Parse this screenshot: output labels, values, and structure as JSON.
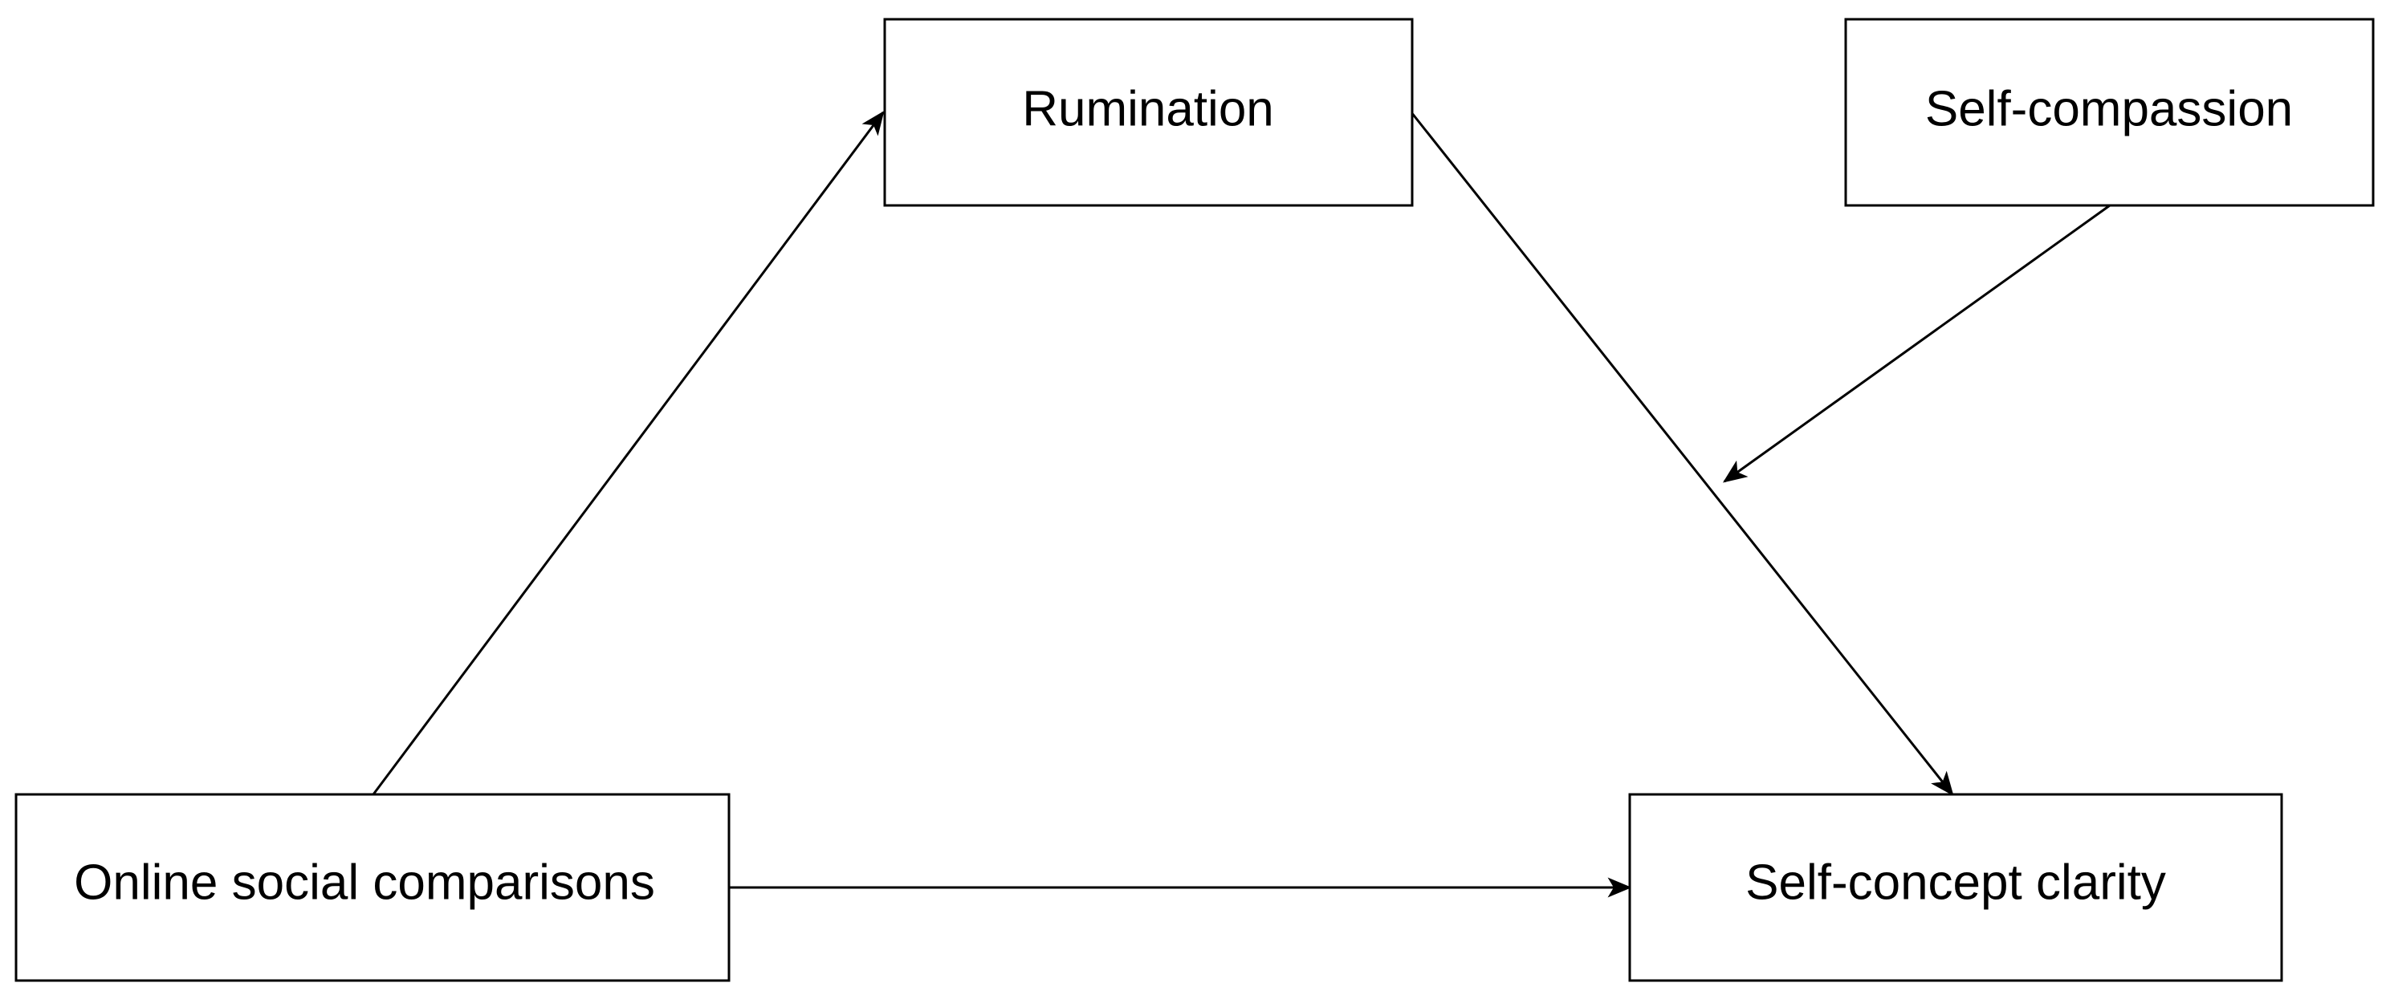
{
  "diagram": {
    "nodes": {
      "rumination": "Rumination",
      "self_compassion": "Self-compassion",
      "online_social_comparisons": "Online social comparisons",
      "self_concept_clarity": "Self-concept clarity"
    },
    "edges": [
      {
        "from": "Online social comparisons",
        "to": "Rumination"
      },
      {
        "from": "Rumination",
        "to": "Self-concept clarity"
      },
      {
        "from": "Online social comparisons",
        "to": "Self-concept clarity"
      },
      {
        "from": "Self-compassion",
        "to": "Rumination → Self-concept clarity path"
      }
    ],
    "colors": {
      "stroke": "#000000",
      "fill": "#ffffff"
    }
  }
}
